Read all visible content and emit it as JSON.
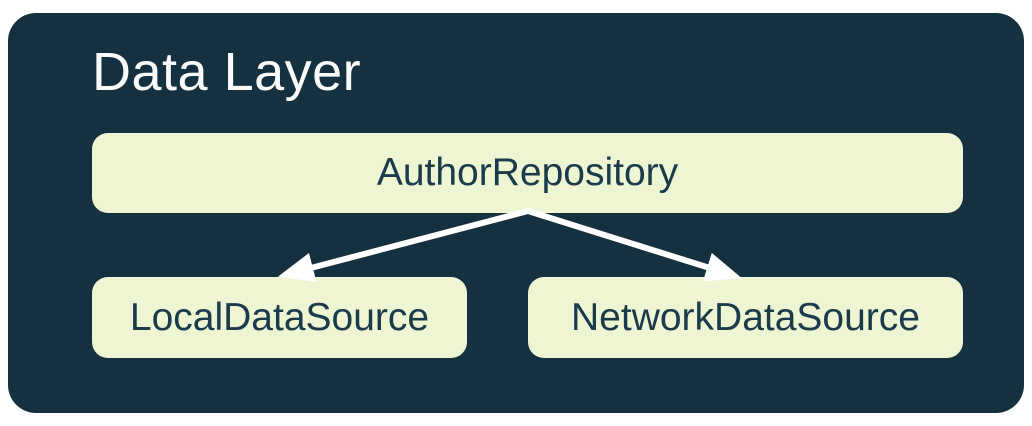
{
  "diagram": {
    "title": "Data Layer",
    "nodes": [
      {
        "id": "author-repository",
        "label": "AuthorRepository",
        "row": "top"
      },
      {
        "id": "local-data-source",
        "label": "LocalDataSource",
        "row": "bottom"
      },
      {
        "id": "network-data-source",
        "label": "NetworkDataSource",
        "row": "bottom"
      }
    ],
    "edges": [
      {
        "from": "AuthorRepository",
        "to": "LocalDataSource",
        "style": "arrow"
      },
      {
        "from": "AuthorRepository",
        "to": "NetworkDataSource",
        "style": "arrow"
      }
    ],
    "colors": {
      "panel_background": "#15313F",
      "node_background": "#EEF5D3",
      "node_text": "#1B3A4B",
      "title_text": "#F9FBFB",
      "arrow": "#FFFFFF",
      "page_background": "#FFFFFF"
    }
  }
}
